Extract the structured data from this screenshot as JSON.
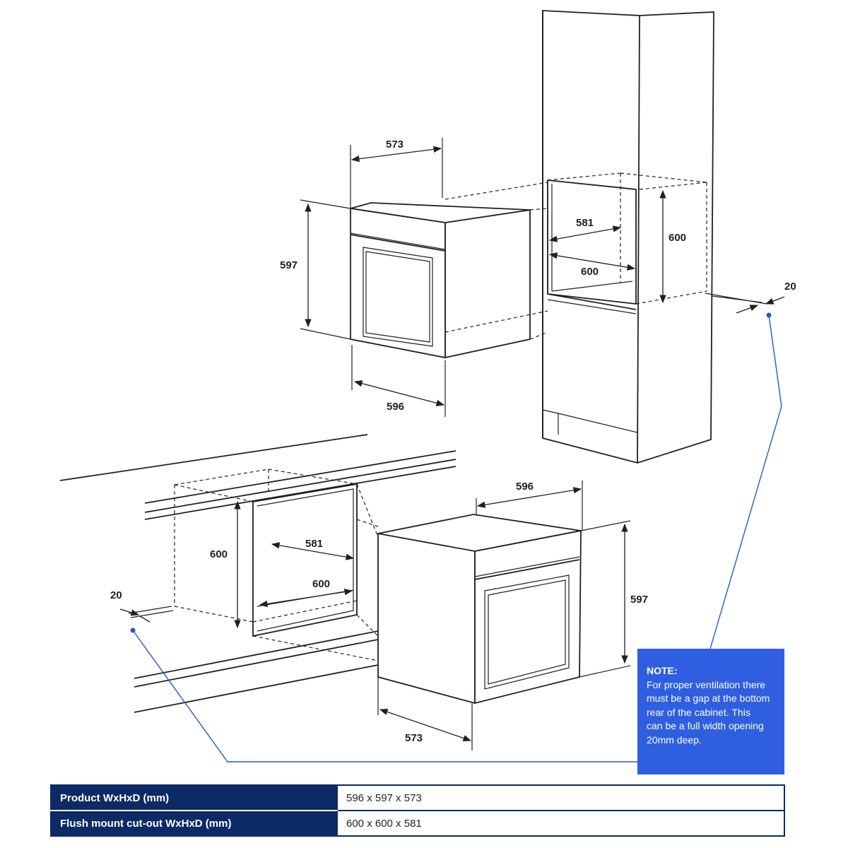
{
  "diagram": {
    "top_oven": {
      "width_label": "596",
      "height_label": "597",
      "depth_label": "573"
    },
    "tall_cabinet_cutout": {
      "width_label": "600",
      "height_label": "600",
      "depth_label": "581",
      "vent_gap_label": "20"
    },
    "under_bench_cutout": {
      "width_label": "600",
      "height_label": "600",
      "depth_label": "581",
      "vent_gap_label": "20"
    },
    "bottom_oven": {
      "width_label": "596",
      "height_label": "597",
      "depth_label": "573"
    }
  },
  "note": {
    "title": "NOTE:",
    "lines": [
      "For proper ventilation there",
      "must be a gap at the bottom",
      "rear of the cabinet. This",
      "can be a full width opening",
      "20mm deep."
    ]
  },
  "spec_table": {
    "rows": [
      {
        "label": "Product WxHxD (mm)",
        "value": "596 x 597 x 573"
      },
      {
        "label": "Flush mount cut-out WxHxD (mm)",
        "value": "600 x 600 x 581"
      }
    ]
  },
  "colors": {
    "line": "#231f20",
    "note_bg": "#2f5fe0",
    "table_header_bg": "#0c2a66",
    "callout_line": "#2457d6"
  }
}
